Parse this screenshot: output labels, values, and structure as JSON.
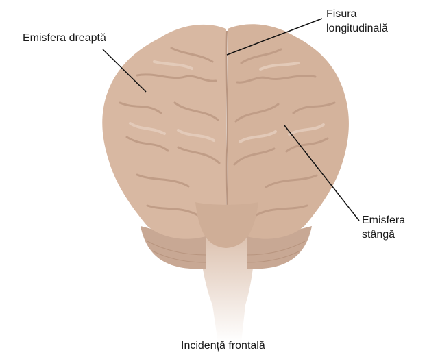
{
  "labels": {
    "right_hemisphere": "Emisfera dreaptă",
    "longitudinal_fissure_line1": "Fisura",
    "longitudinal_fissure_line2": "longitudinală",
    "left_hemisphere_line1": "Emisfera",
    "left_hemisphere_line2": "stângă",
    "caption": "Incidență frontală"
  },
  "colors": {
    "brain_fill": "#d8b8a2",
    "brain_shadow": "#c19f88",
    "brain_highlight": "#e8d2c2",
    "stem_fill": "#e2cab9",
    "leader_line": "#111111"
  }
}
